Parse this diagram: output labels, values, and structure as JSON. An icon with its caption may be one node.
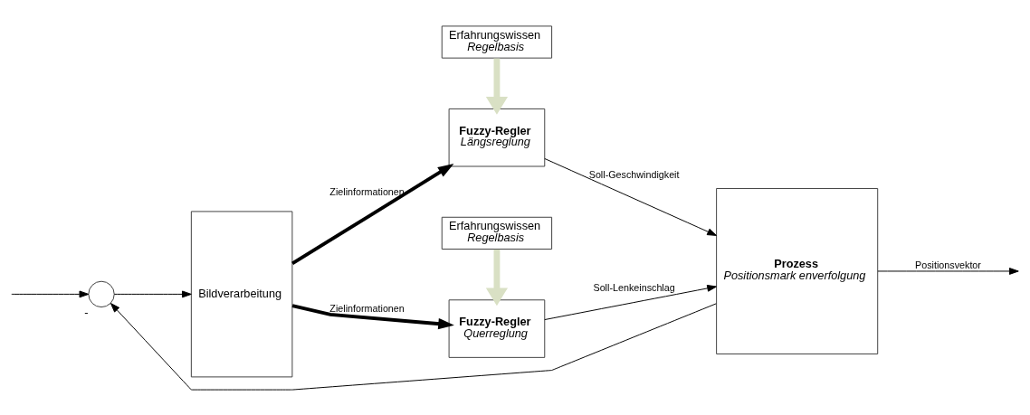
{
  "diagram": {
    "nodes": [
      {
        "text": [],
        "shape": "circle",
        "beside": [
          "-"
        ]
      },
      {
        "text": [
          "Bildverarbeitung"
        ]
      },
      {
        "text": [
          "Erfahrungswissen",
          "Regelbasis"
        ]
      },
      {
        "text": [
          "Fuzzy-Regler",
          "Längsreglung"
        ]
      },
      {
        "text": [
          "Erfahrungswissen",
          "Regelbasis"
        ]
      },
      {
        "text": [
          "Fuzzy-Regler",
          "Querreglung"
        ]
      },
      {
        "text": [
          "Prozess",
          "Positionsmark enverfolgung"
        ]
      }
    ],
    "edges": [
      {
        "from": null,
        "to": 0,
        "arrow": "to"
      },
      {
        "from": 0,
        "to": 1,
        "arrow": "to"
      },
      {
        "from": 1,
        "to": 3,
        "arrow": "to",
        "label": "Zielinformationen",
        "style": "thick"
      },
      {
        "from": 1,
        "to": 5,
        "arrow": "to",
        "label": "Zielinformationen",
        "style": "thick"
      },
      {
        "from": 2,
        "to": 3,
        "arrow": "to",
        "style": "thick",
        "color": "#d9e0c4"
      },
      {
        "from": 4,
        "to": 5,
        "arrow": "to",
        "style": "thick",
        "color": "#d9e0c4"
      },
      {
        "from": 3,
        "to": 6,
        "arrow": "to",
        "label": "Soll-Geschwindigkeit"
      },
      {
        "from": 5,
        "to": 6,
        "arrow": "to",
        "label": "Soll-Lenkeinschlag"
      },
      {
        "from": 6,
        "to": null,
        "arrow": "to",
        "label": "Positionsvektor"
      },
      {
        "from": 6,
        "to": 0,
        "arrow": "to"
      }
    ]
  }
}
